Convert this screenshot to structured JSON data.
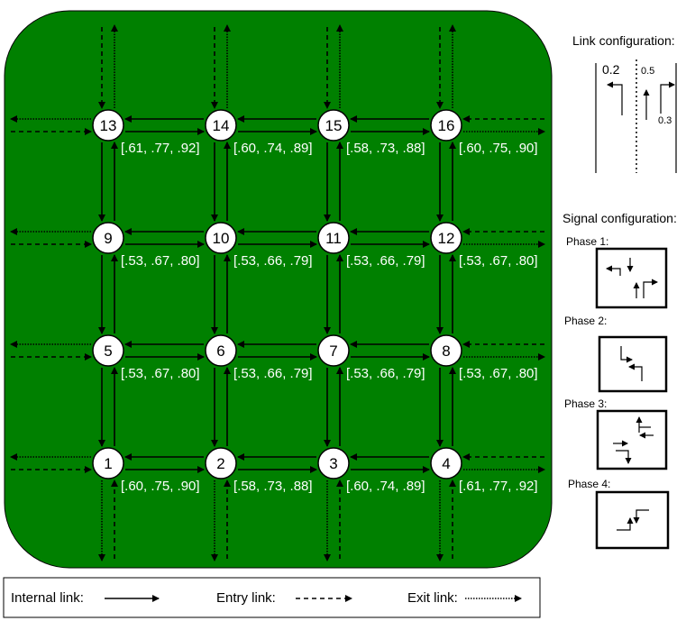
{
  "grid": {
    "nodes": [
      {
        "id": "1",
        "weights": "[.60, .75, .90]"
      },
      {
        "id": "2",
        "weights": "[.58, .73, .88]"
      },
      {
        "id": "3",
        "weights": "[.60, .74, .89]"
      },
      {
        "id": "4",
        "weights": "[.61, .77, .92]"
      },
      {
        "id": "5",
        "weights": "[.53, .67, .80]"
      },
      {
        "id": "6",
        "weights": "[.53, .66, .79]"
      },
      {
        "id": "7",
        "weights": "[.53, .66, .79]"
      },
      {
        "id": "8",
        "weights": "[.53, .67, .80]"
      },
      {
        "id": "9",
        "weights": "[.53, .67, .80]"
      },
      {
        "id": "10",
        "weights": "[.53, .66, .79]"
      },
      {
        "id": "11",
        "weights": "[.53, .66, .79]"
      },
      {
        "id": "12",
        "weights": "[.53, .67, .80]"
      },
      {
        "id": "13",
        "weights": "[.61, .77, .92]"
      },
      {
        "id": "14",
        "weights": "[.60, .74, .89]"
      },
      {
        "id": "15",
        "weights": "[.58, .73, .88]"
      },
      {
        "id": "16",
        "weights": "[.60, .75, .90]"
      }
    ],
    "background_color": "#008000"
  },
  "link_config": {
    "title": "Link configuration:",
    "left_turn": "0.2",
    "straight": "0.5",
    "right_turn": "0.3"
  },
  "signal_config": {
    "title": "Signal configuration:",
    "phases": [
      "Phase 1:",
      "Phase 2:",
      "Phase 3:",
      "Phase 4:"
    ]
  },
  "legend": {
    "internal": "Internal link:",
    "entry": "Entry link:",
    "exit": "Exit link:"
  }
}
